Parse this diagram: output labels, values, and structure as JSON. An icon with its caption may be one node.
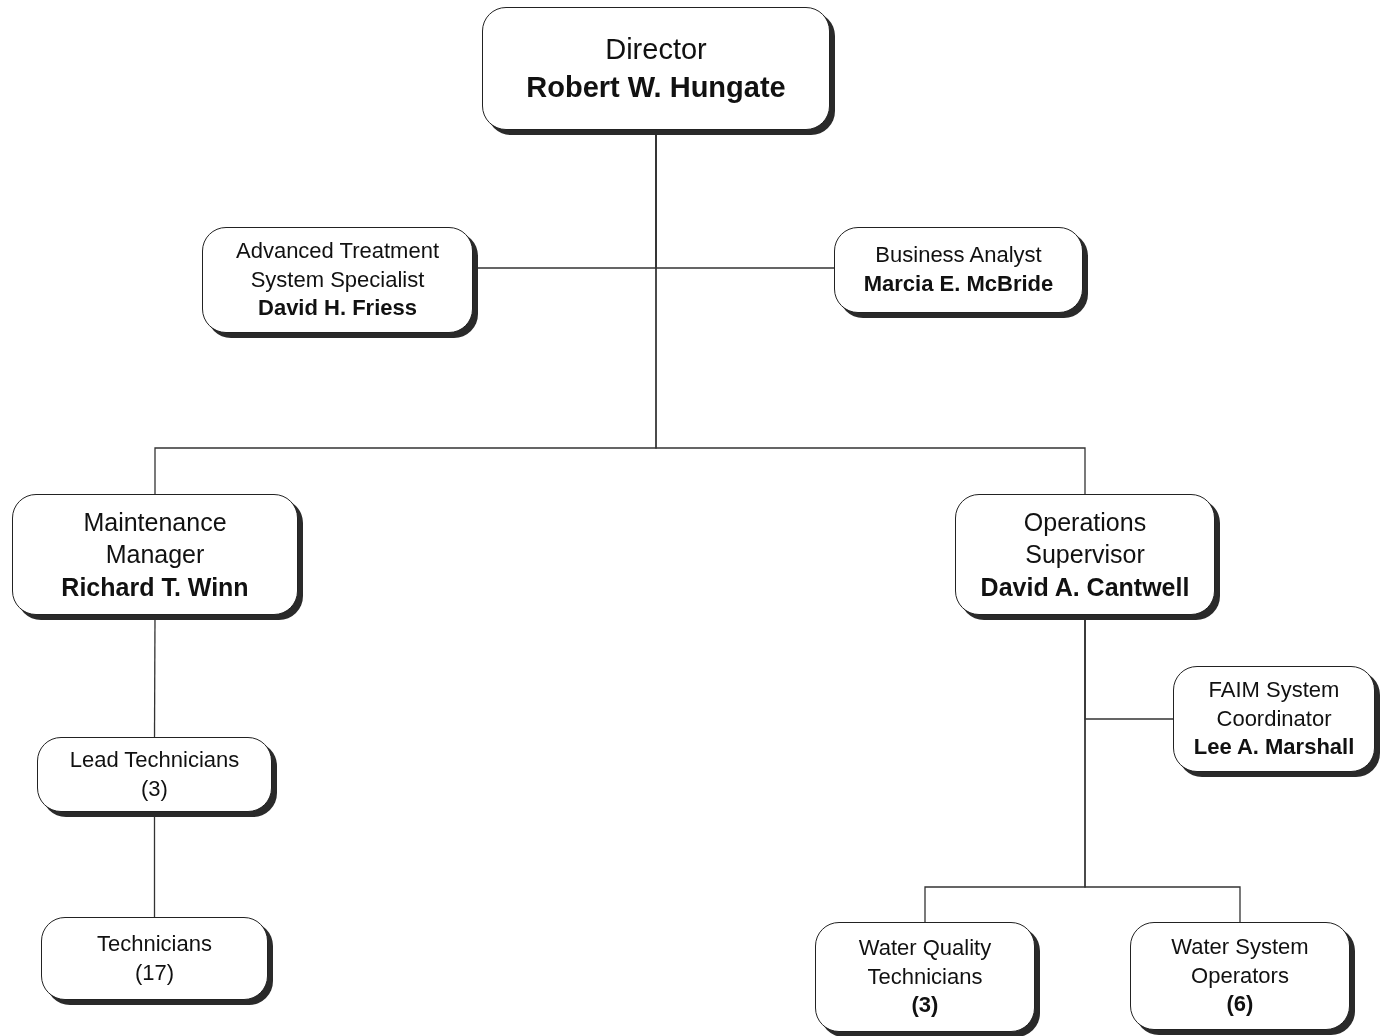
{
  "diagram": {
    "nodes": [
      {
        "text": [
          "Director",
          "Robert W. Hungate"
        ]
      },
      {
        "text": [
          "Advanced Treatment System Specialist",
          "David H. Friess"
        ]
      },
      {
        "text": [
          "Business Analyst",
          "Marcia E. McBride"
        ]
      },
      {
        "text": [
          "Maintenance Manager",
          "Richard T. Winn"
        ]
      },
      {
        "text": [
          "Operations Supervisor",
          "David A. Cantwell"
        ]
      },
      {
        "text": [
          "FAIM System Coordinator",
          "Lee A. Marshall"
        ]
      },
      {
        "text": [
          "Lead Technicians",
          "(3)"
        ]
      },
      {
        "text": [
          "Technicians",
          "(17)"
        ]
      },
      {
        "text": [
          "Water Quality Technicians",
          "(3)"
        ]
      },
      {
        "text": [
          "Water System Operators",
          "(6)"
        ]
      }
    ],
    "edges": [
      {
        "from": 0,
        "to": 1,
        "arrow": "none"
      },
      {
        "from": 0,
        "to": 2,
        "arrow": "none"
      },
      {
        "from": 0,
        "to": 3,
        "arrow": "none"
      },
      {
        "from": 0,
        "to": 4,
        "arrow": "none"
      },
      {
        "from": 3,
        "to": 6,
        "arrow": "none"
      },
      {
        "from": 6,
        "to": 7,
        "arrow": "none"
      },
      {
        "from": 4,
        "to": 5,
        "arrow": "none"
      },
      {
        "from": 4,
        "to": 8,
        "arrow": "none"
      },
      {
        "from": 4,
        "to": 9,
        "arrow": "none"
      }
    ]
  }
}
